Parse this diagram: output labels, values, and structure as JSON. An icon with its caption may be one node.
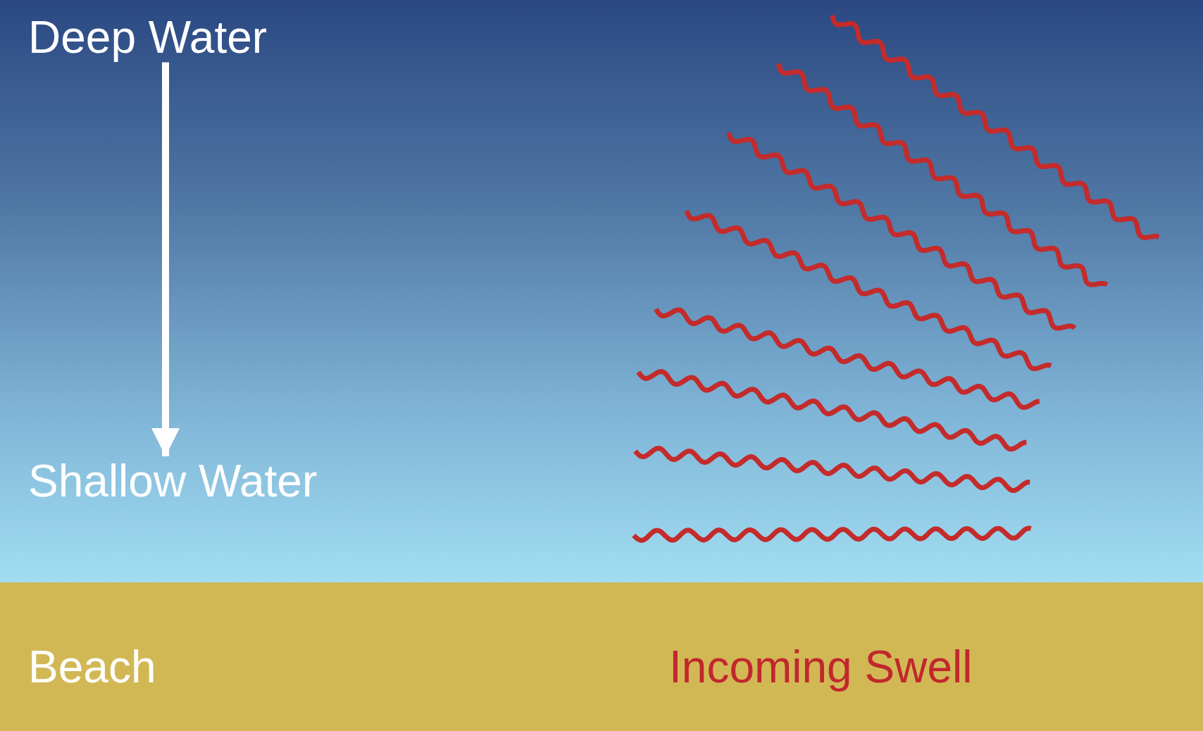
{
  "diagram": {
    "nodes": [
      {
        "text": [
          "Deep Water"
        ]
      },
      {
        "text": [
          "Shallow Water"
        ]
      }
    ],
    "edges": [
      {
        "from": 0,
        "to": 1,
        "arrow": "to"
      }
    ],
    "labels": [
      "Beach",
      "Incoming Swell"
    ]
  }
}
